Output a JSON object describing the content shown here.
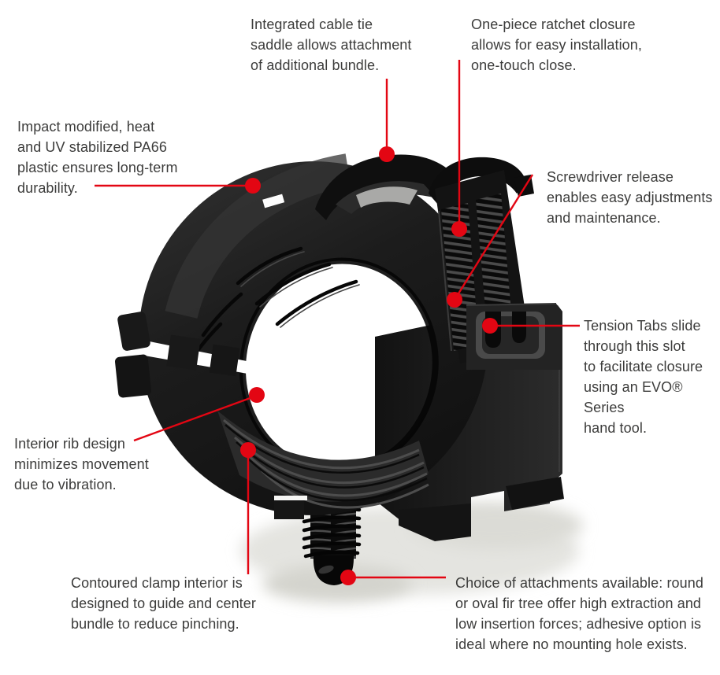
{
  "colors": {
    "callout_red": "#e30613",
    "text_gray": "#3c3c3b",
    "product_black": "#141414",
    "background": "#ffffff"
  },
  "callouts": [
    {
      "id": "saddle",
      "text": "Integrated cable tie\nsaddle allows attachment\nof additional bundle."
    },
    {
      "id": "ratchet-closure",
      "text": "One-piece ratchet closure\nallows for easy installation,\none-touch close."
    },
    {
      "id": "material",
      "text": "Impact modified, heat\nand UV stabilized PA66\nplastic ensures long-term\ndurability."
    },
    {
      "id": "screwdriver-release",
      "text": "Screwdriver release\nenables easy adjustments\nand maintenance."
    },
    {
      "id": "tension-tabs",
      "text": "Tension Tabs slide\nthrough this slot\nto facilitate closure\nusing an EVO® Series\nhand tool."
    },
    {
      "id": "interior-ribs",
      "text": "Interior rib design\nminimizes movement\ndue to vibration."
    },
    {
      "id": "contoured-interior",
      "text": "Contoured clamp interior is\ndesigned to guide and center\nbundle to reduce pinching."
    },
    {
      "id": "attachments",
      "text": "Choice of attachments available: round\nor oval fir tree offer high extraction and\nlow insertion forces; adhesive option is\nideal where no mounting hole exists."
    }
  ]
}
